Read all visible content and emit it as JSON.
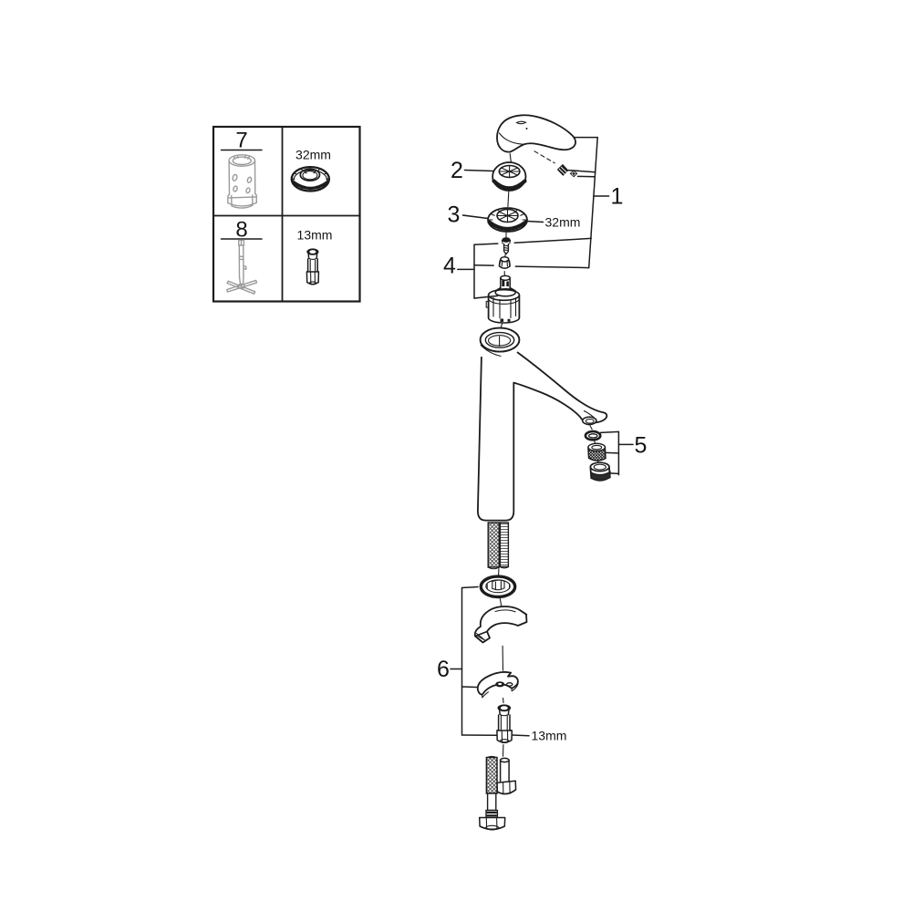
{
  "background": "#ffffff",
  "line_color": "#1c1c1c",
  "legend": {
    "rows": [
      {
        "number": "7",
        "size": "32mm"
      },
      {
        "number": "8",
        "size": "13mm"
      }
    ]
  },
  "callouts": {
    "c1": "1",
    "c2": "2",
    "c3": "3",
    "c4": "4",
    "c5": "5",
    "c6": "6"
  },
  "inline_labels": {
    "mounting_ring_size": "32mm",
    "mounting_socket_size": "13mm"
  }
}
